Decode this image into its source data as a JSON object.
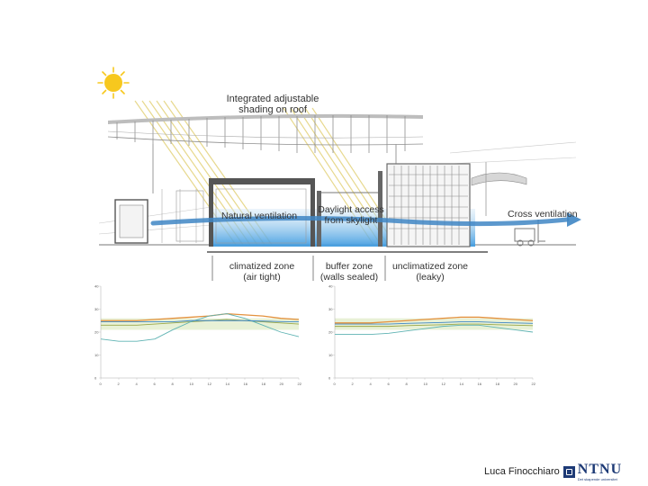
{
  "labels": {
    "roof_shading": [
      "Integrated adjustable",
      "shading on roof"
    ],
    "natural_ventilation": "Natural ventilation",
    "daylight": [
      "Daylight access",
      "from skylight"
    ],
    "cross_ventilation": "Cross ventilation",
    "zone_climatized": [
      "climatized zone",
      "(air tight)"
    ],
    "zone_buffer": [
      "buffer zone",
      "(walls sealed)"
    ],
    "zone_unclimatized": [
      "unclimatized zone",
      "(leaky)"
    ]
  },
  "footer": {
    "author": "Luca Finocchiaro",
    "brand": "NTNU",
    "brand_sub": "Det skapende universitet"
  },
  "colors": {
    "sun": "#f7c81e",
    "ray": "#e3d27a",
    "water": "#5aa9e0",
    "arrow": "#3f86c4",
    "band": "#e8f1d6",
    "orange": "#e4923e",
    "teal": "#5fb3b3",
    "olive": "#9aa84a"
  },
  "chart_data": [
    {
      "type": "line",
      "x": [
        0,
        2,
        4,
        6,
        8,
        10,
        12,
        14,
        16,
        18,
        20,
        22
      ],
      "ylim": [
        0,
        40
      ],
      "yticks": [
        0,
        10,
        20,
        30,
        40
      ],
      "xticks": [
        0,
        2,
        4,
        6,
        8,
        10,
        12,
        14,
        16,
        18,
        20,
        22
      ],
      "band": [
        21,
        26
      ],
      "series": [
        {
          "values": [
            23,
            23,
            23,
            23.5,
            24,
            24.5,
            25,
            25.5,
            25,
            24.5,
            24,
            23.5
          ]
        },
        {
          "values": [
            25,
            25,
            25,
            25.5,
            26,
            26.5,
            27,
            28,
            27.5,
            27,
            26,
            25.5
          ]
        },
        {
          "values": [
            17,
            16,
            16,
            17,
            21,
            24.5,
            27,
            28,
            26,
            23,
            20,
            18
          ]
        },
        {
          "values": [
            24.5,
            24.5,
            24.5,
            24.5,
            24.5,
            25,
            25,
            25,
            25,
            24.8,
            24.6,
            24.5
          ]
        }
      ]
    },
    {
      "type": "line",
      "x": [
        0,
        2,
        4,
        6,
        8,
        10,
        12,
        14,
        16,
        18,
        20,
        22
      ],
      "ylim": [
        0,
        40
      ],
      "yticks": [
        0,
        10,
        20,
        30,
        40
      ],
      "xticks": [
        0,
        2,
        4,
        6,
        8,
        10,
        12,
        14,
        16,
        18,
        20,
        22
      ],
      "band": [
        21,
        26
      ],
      "series": [
        {
          "values": [
            22.5,
            22.5,
            22.5,
            22.5,
            22.8,
            23,
            23.2,
            23.5,
            23.5,
            23.2,
            23,
            22.8
          ]
        },
        {
          "values": [
            24,
            24,
            24,
            24.5,
            25,
            25.5,
            26,
            26.5,
            26.5,
            26,
            25.5,
            25
          ]
        },
        {
          "values": [
            19,
            19,
            19,
            19.5,
            20.5,
            21.5,
            22.5,
            23,
            23,
            22,
            21,
            20
          ]
        },
        {
          "values": [
            23.5,
            23.5,
            23.5,
            23.5,
            23.8,
            24,
            24.2,
            24.5,
            24.5,
            24.2,
            24,
            23.8
          ]
        }
      ]
    }
  ]
}
